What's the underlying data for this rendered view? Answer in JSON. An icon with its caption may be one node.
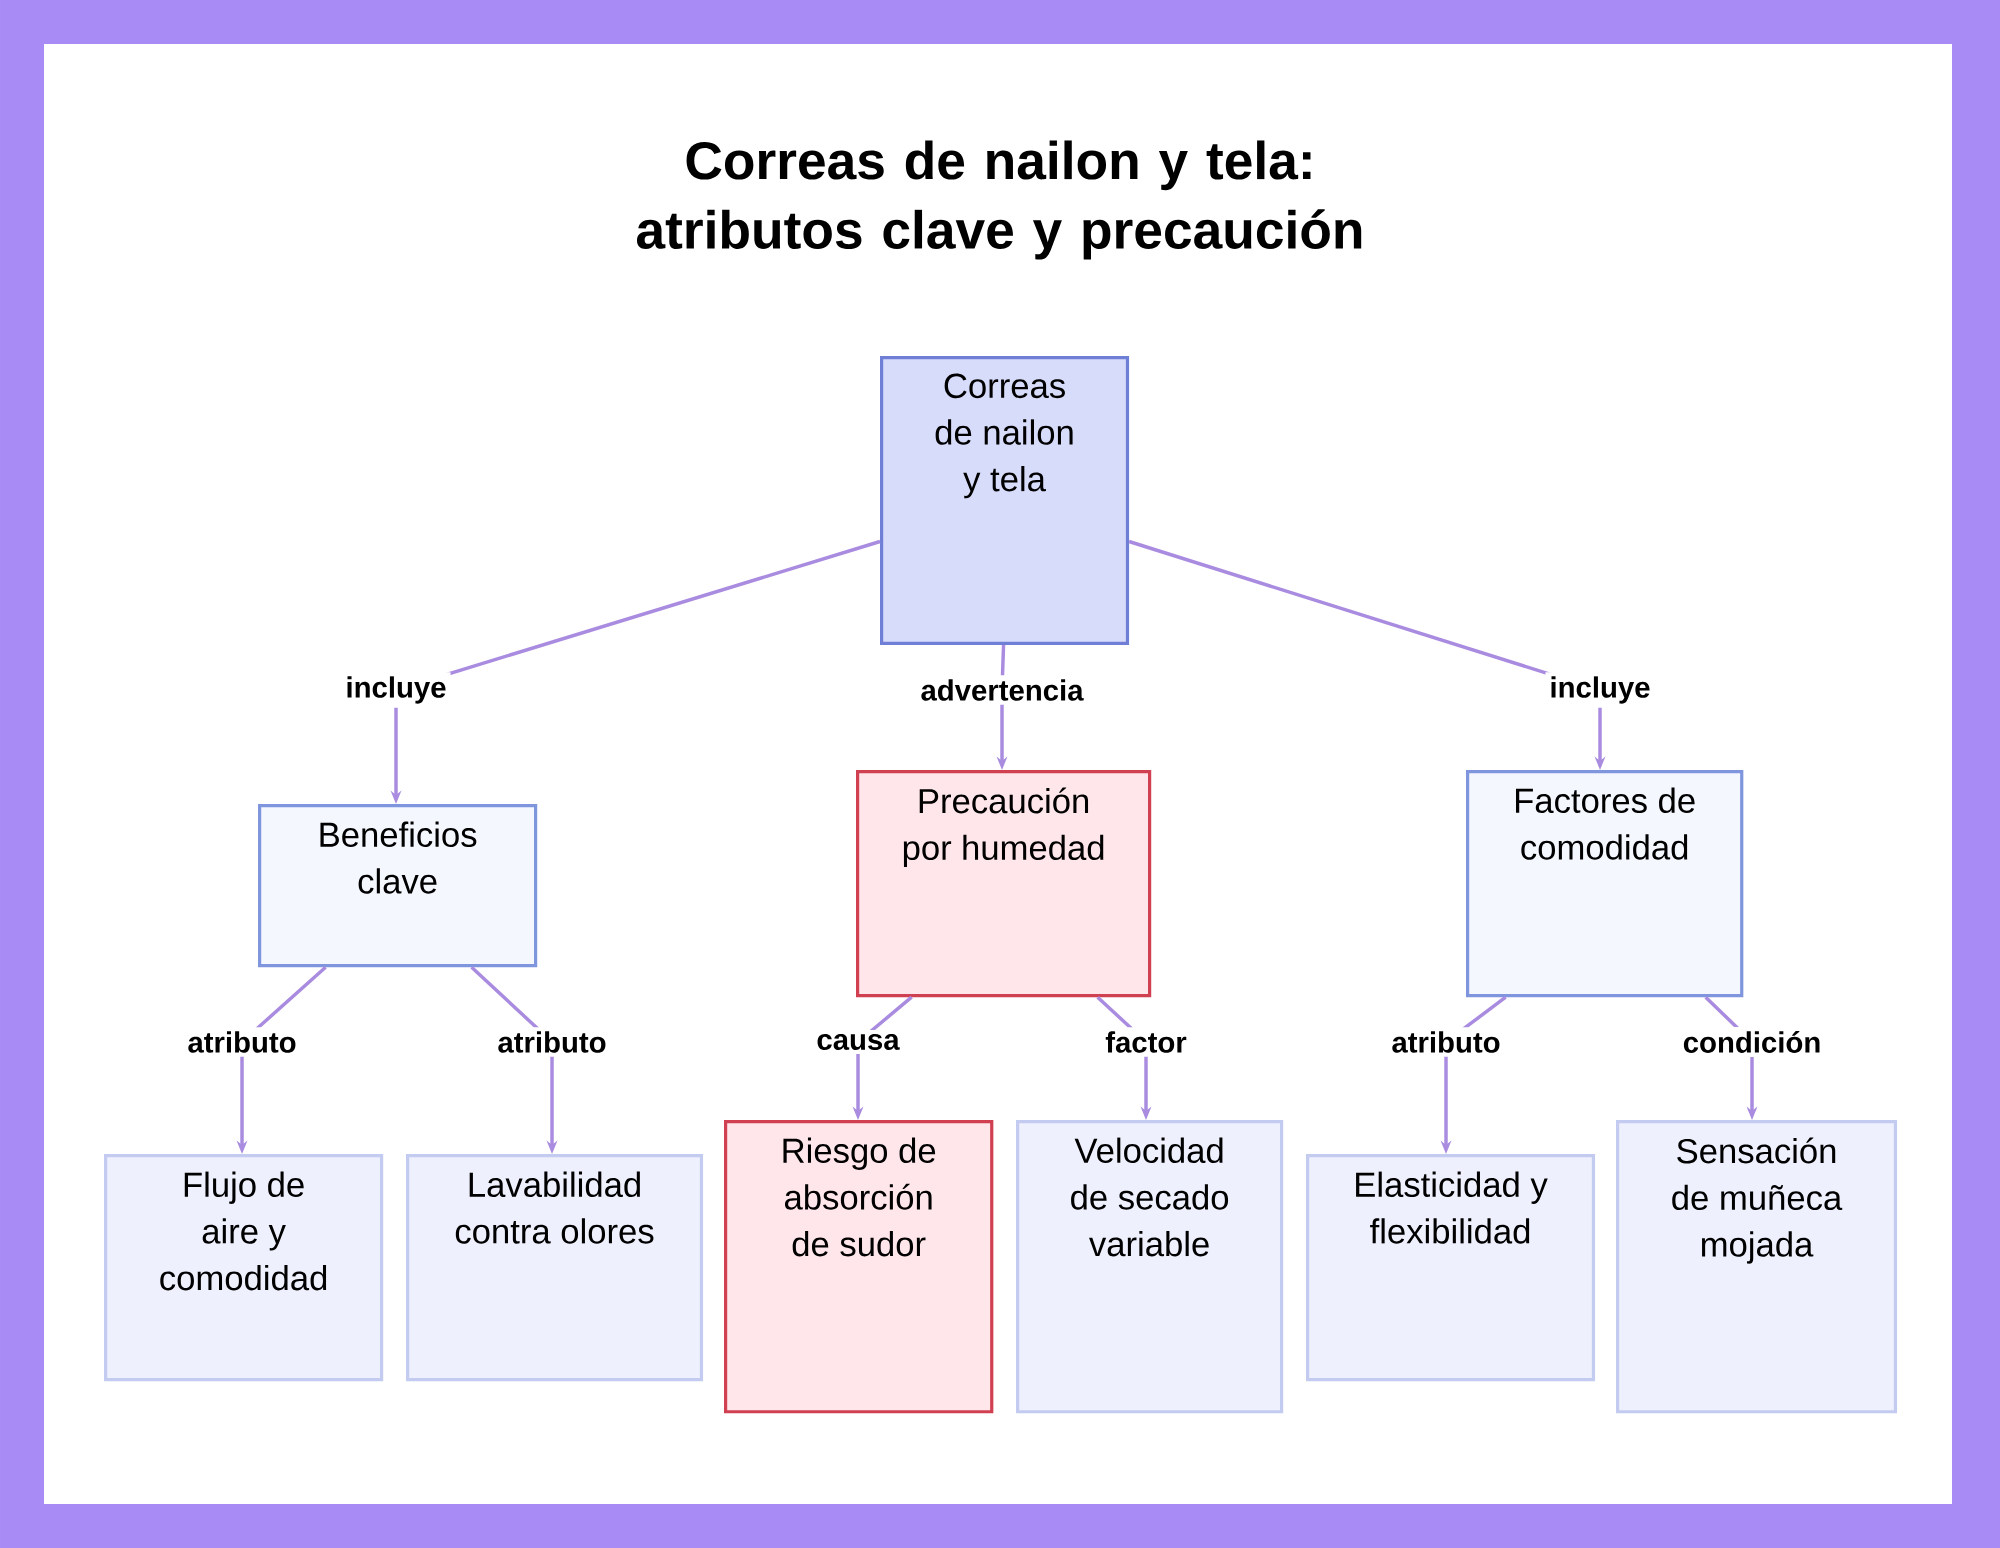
{
  "diagram": {
    "title": "Correas de nailon y tela: atributos clave y precaución",
    "nodes": [
      {
        "text": [
          "Correas de nailon y tela"
        ]
      },
      {
        "text": [
          "Beneficios clave"
        ]
      },
      {
        "text": [
          "Precaución por humedad"
        ]
      },
      {
        "text": [
          "Factores de comodidad"
        ]
      },
      {
        "text": [
          "Flujo de aire y comodidad"
        ]
      },
      {
        "text": [
          "Lavabilidad contra olores"
        ]
      },
      {
        "text": [
          "Riesgo de absorción de sudor"
        ]
      },
      {
        "text": [
          "Velocidad de secado variable"
        ]
      },
      {
        "text": [
          "Elasticidad y flexibilidad"
        ]
      },
      {
        "text": [
          "Sensación de muñeca mojada"
        ]
      }
    ],
    "edges": [
      {
        "from": 0,
        "to": 1,
        "arrow": "to",
        "label": "incluye"
      },
      {
        "from": 0,
        "to": 2,
        "arrow": "to",
        "label": "advertencia"
      },
      {
        "from": 0,
        "to": 3,
        "arrow": "to",
        "label": "incluye"
      },
      {
        "from": 1,
        "to": 4,
        "arrow": "to",
        "label": "atributo"
      },
      {
        "from": 1,
        "to": 5,
        "arrow": "to",
        "label": "atributo"
      },
      {
        "from": 2,
        "to": 6,
        "arrow": "to",
        "label": "causa"
      },
      {
        "from": 2,
        "to": 7,
        "arrow": "to",
        "label": "factor"
      },
      {
        "from": 3,
        "to": 8,
        "arrow": "to",
        "label": "atributo"
      },
      {
        "from": 3,
        "to": 9,
        "arrow": "to",
        "label": "condición"
      }
    ]
  }
}
